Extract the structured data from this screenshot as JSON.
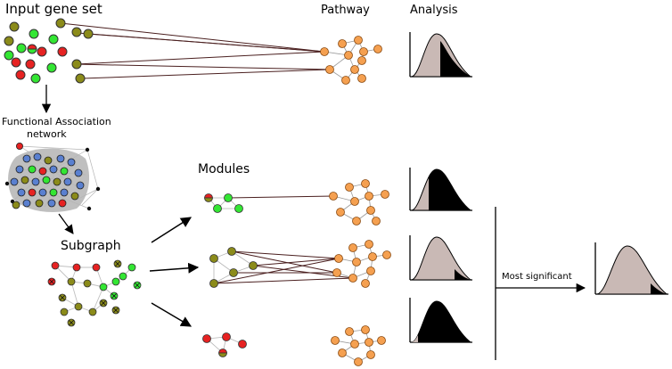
{
  "labels": {
    "input_gene_set": "Input gene set",
    "pathway": "Pathway",
    "analysis": "Analysis",
    "functional_association_line1": "Functional Association",
    "functional_association_line2": "network",
    "modules": "Modules",
    "subgraph": "Subgraph",
    "most_significant": "Most significant"
  },
  "colors": {
    "green": "#33e633",
    "red": "#e62222",
    "olive": "#8b8b1a",
    "orange": "#f5a050",
    "blue": "#5a80d0",
    "curve_fill": "#c9b9b5",
    "tail_fill": "#000000",
    "edge_dark": "#4a1f1f",
    "edge_gray": "#bdbdbd"
  }
}
